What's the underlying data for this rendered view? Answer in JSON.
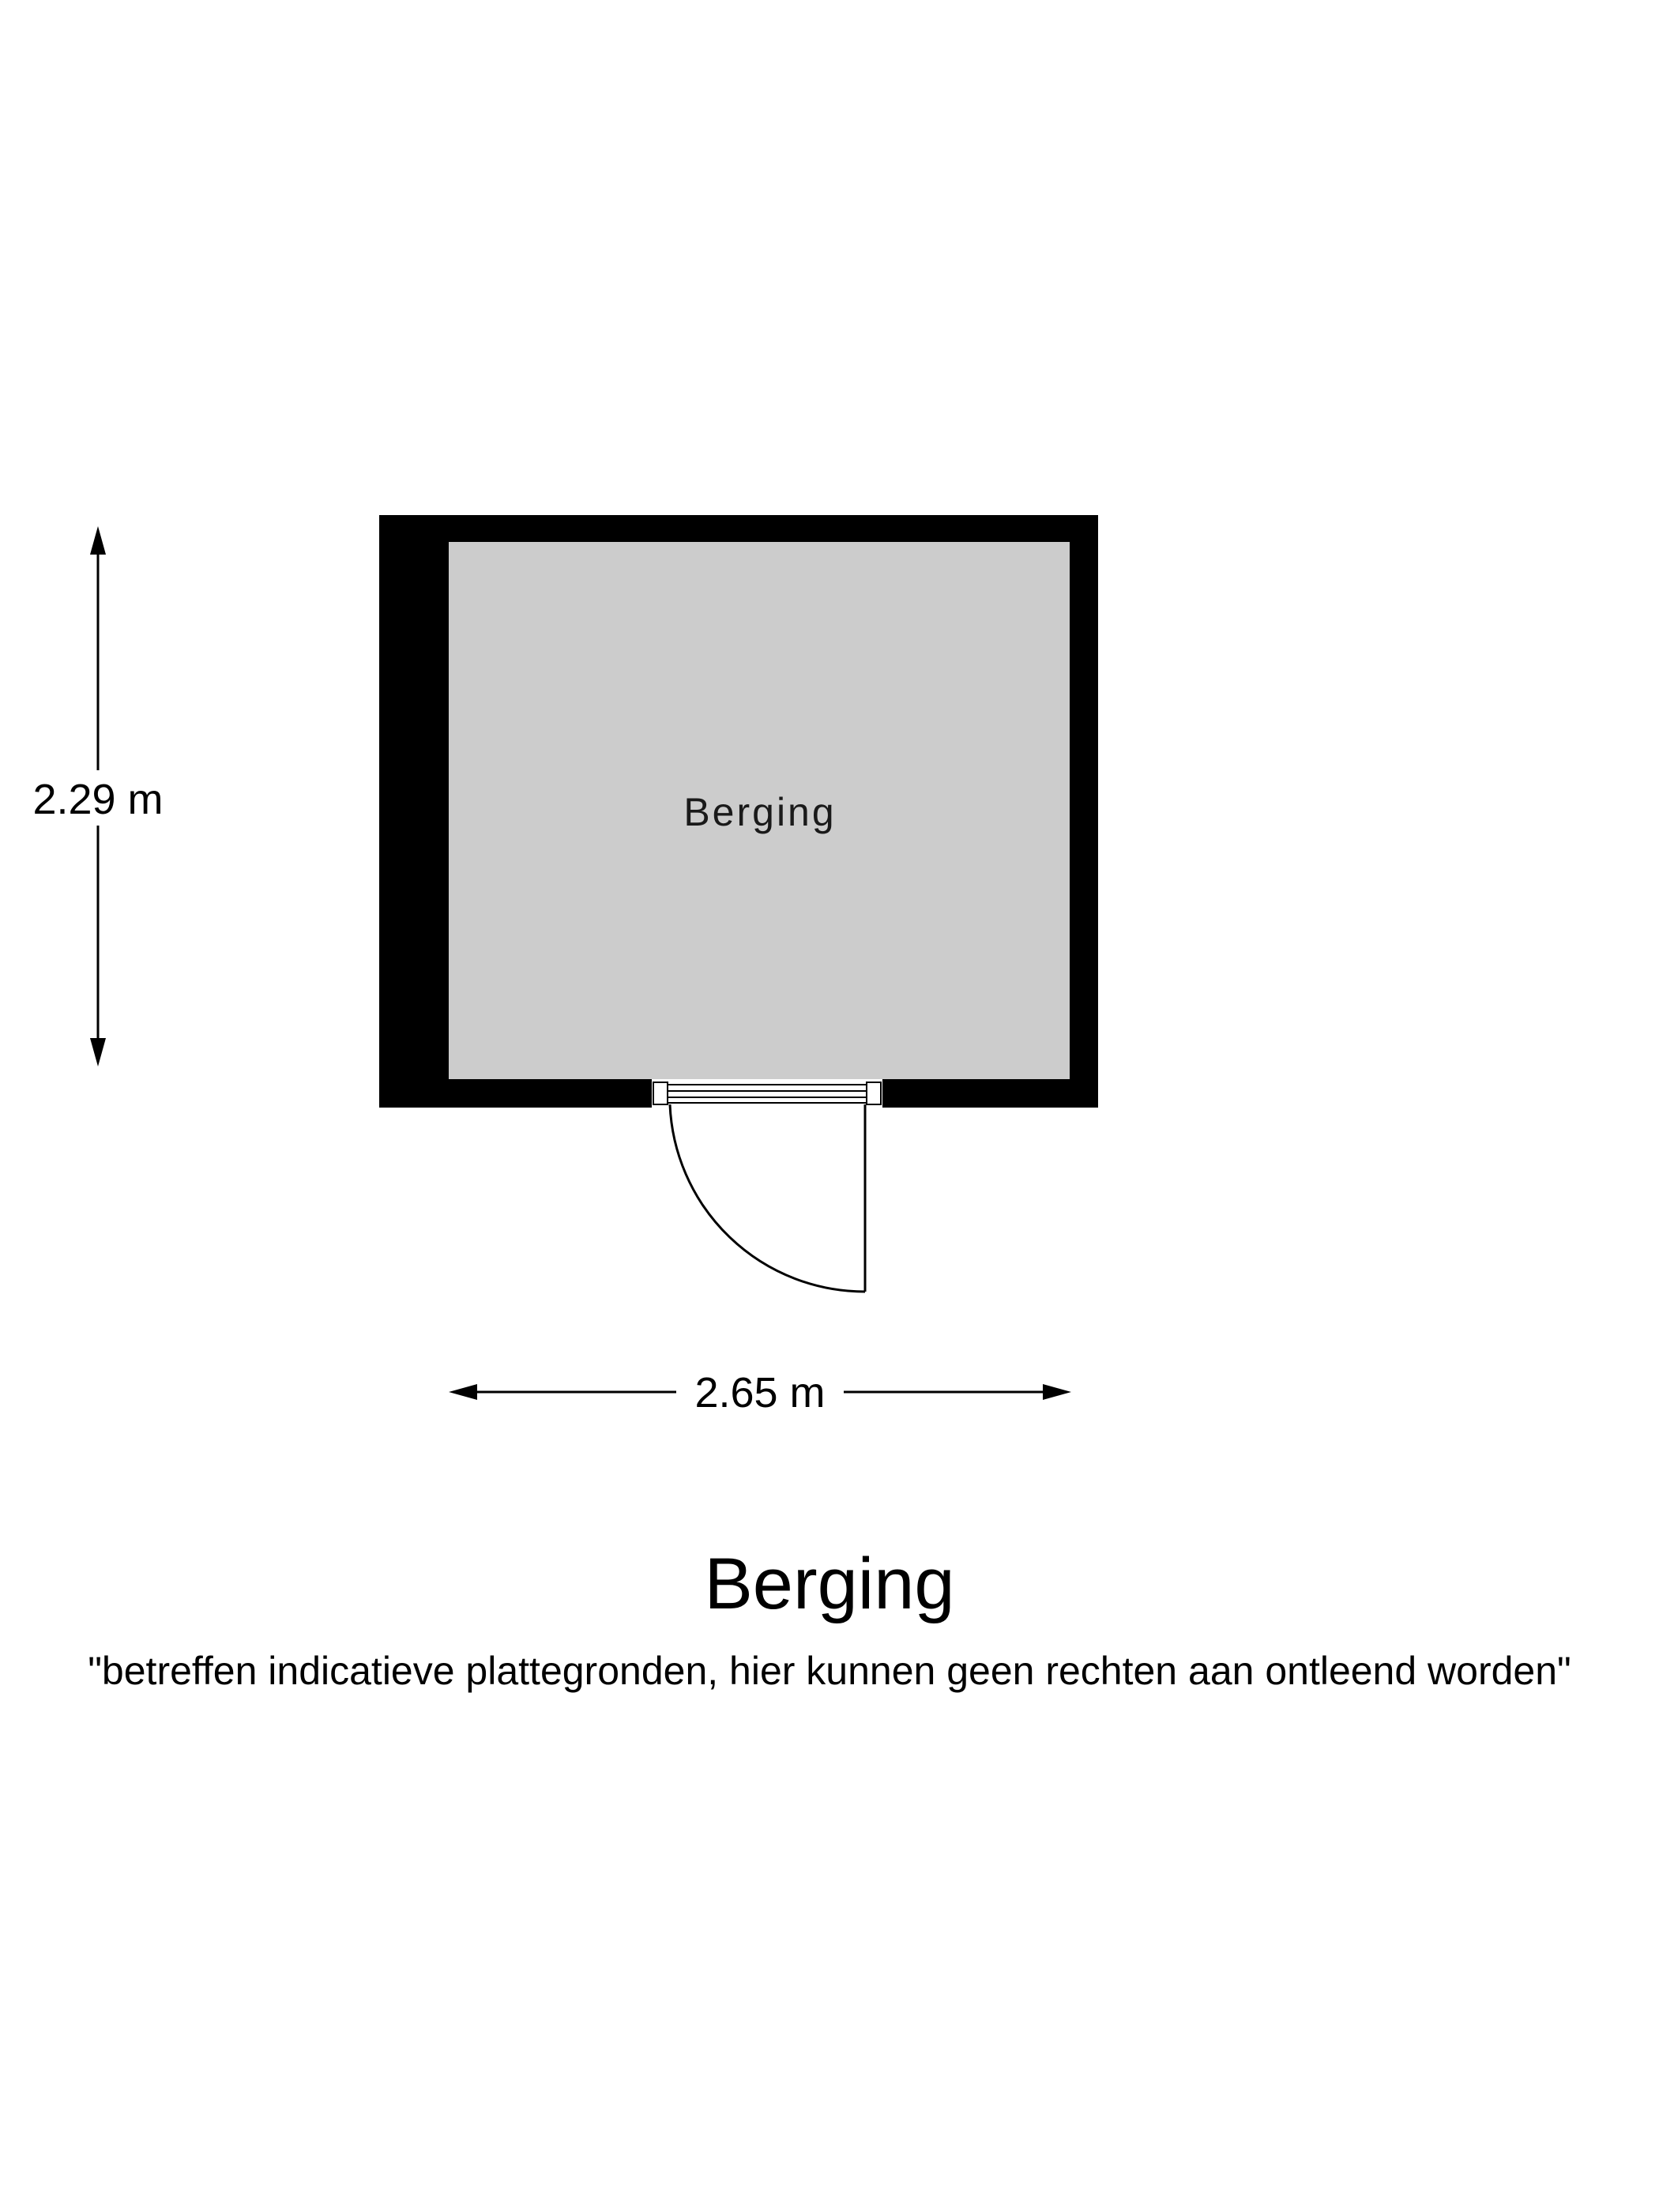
{
  "floorplan": {
    "room_label": "Berging",
    "width_dimension": "2.65 m",
    "height_dimension": "2.29 m"
  },
  "caption": {
    "title": "Berging",
    "disclaimer": "\"betreffen indicatieve plattegronden, hier kunnen geen rechten aan ontleend worden\""
  },
  "colors": {
    "wall": "#000000",
    "floor": "#cccccc",
    "background": "#ffffff"
  }
}
